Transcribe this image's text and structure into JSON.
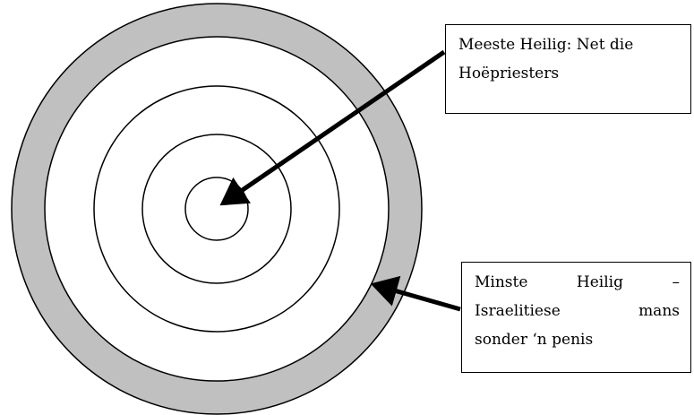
{
  "colors": {
    "outer_ring": "#c0c0c0",
    "inner_rings": "#ffffff",
    "center": "#ff0000",
    "stroke": "#000000"
  },
  "rings": [
    {
      "name": "outer-ring",
      "fill": "#c0c0c0"
    },
    {
      "name": "ring-2",
      "fill": "#ffffff"
    },
    {
      "name": "ring-3",
      "fill": "#ffffff"
    },
    {
      "name": "ring-4",
      "fill": "#ffffff"
    },
    {
      "name": "ring-5",
      "fill": "#ffffff"
    },
    {
      "name": "center-circle",
      "fill": "#ff0000"
    }
  ],
  "labels": {
    "most_holy": {
      "line1": "Meeste Heilig: Net die",
      "line2": "Hoëpriesters"
    },
    "least_holy": {
      "line1_words": [
        "Minste",
        "Heilig",
        "–"
      ],
      "line2_words": [
        "Israelitiese",
        "mans"
      ],
      "line3": "sonder ‘n penis"
    }
  }
}
